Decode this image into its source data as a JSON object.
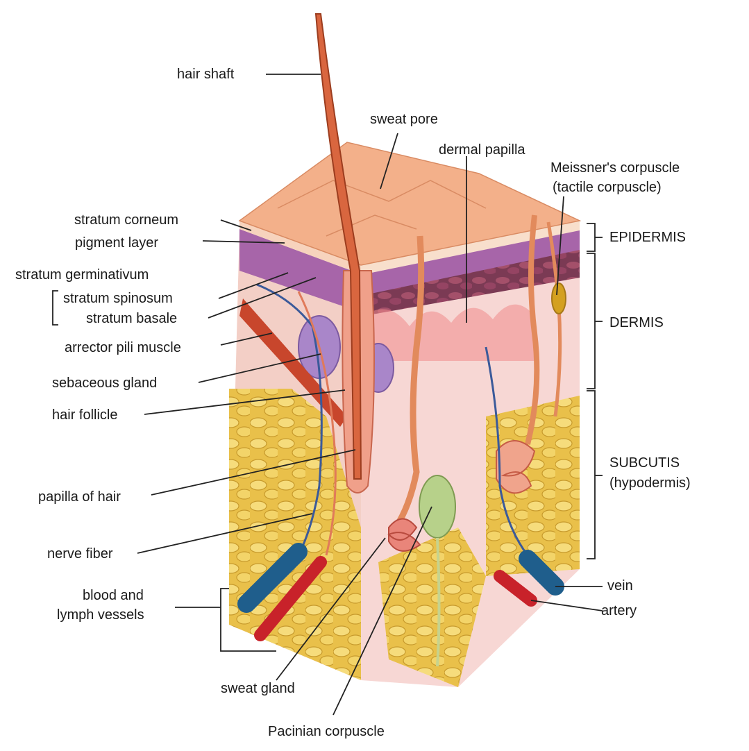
{
  "labels": {
    "hair_shaft": "hair shaft",
    "sweat_pore": "sweat pore",
    "dermal_papilla": "dermal papilla",
    "meissner_line1": "Meissner's corpuscle",
    "meissner_line2": "(tactile corpuscle)",
    "stratum_corneum": "stratum corneum",
    "pigment_layer": "pigment layer",
    "stratum_germinativum": "stratum germinativum",
    "stratum_spinosum": "stratum spinosum",
    "stratum_basale": "stratum basale",
    "arrector_pili": "arrector pili muscle",
    "sebaceous_gland": "sebaceous gland",
    "hair_follicle": "hair follicle",
    "papilla_of_hair": "papilla of hair",
    "nerve_fiber": "nerve fiber",
    "blood_lymph_line1": "blood and",
    "blood_lymph_line2": "lymph vessels",
    "sweat_gland": "sweat gland",
    "pacinian": "Pacinian corpuscle",
    "epidermis": "EPIDERMIS",
    "dermis": "DERMIS",
    "subcutis_line1": "SUBCUTIS",
    "subcutis_line2": "(hypodermis)",
    "vein": "vein",
    "artery": "artery"
  },
  "colors": {
    "skin_surface": "#f4b48c",
    "epidermis": "#a66aa8",
    "dermis": "#f6c9c4",
    "subcutis_fat": "#f0cf5a",
    "hair": "#d9663f",
    "vein": "#1f5e8c",
    "artery": "#c8222a",
    "leader_line": "#222222"
  }
}
